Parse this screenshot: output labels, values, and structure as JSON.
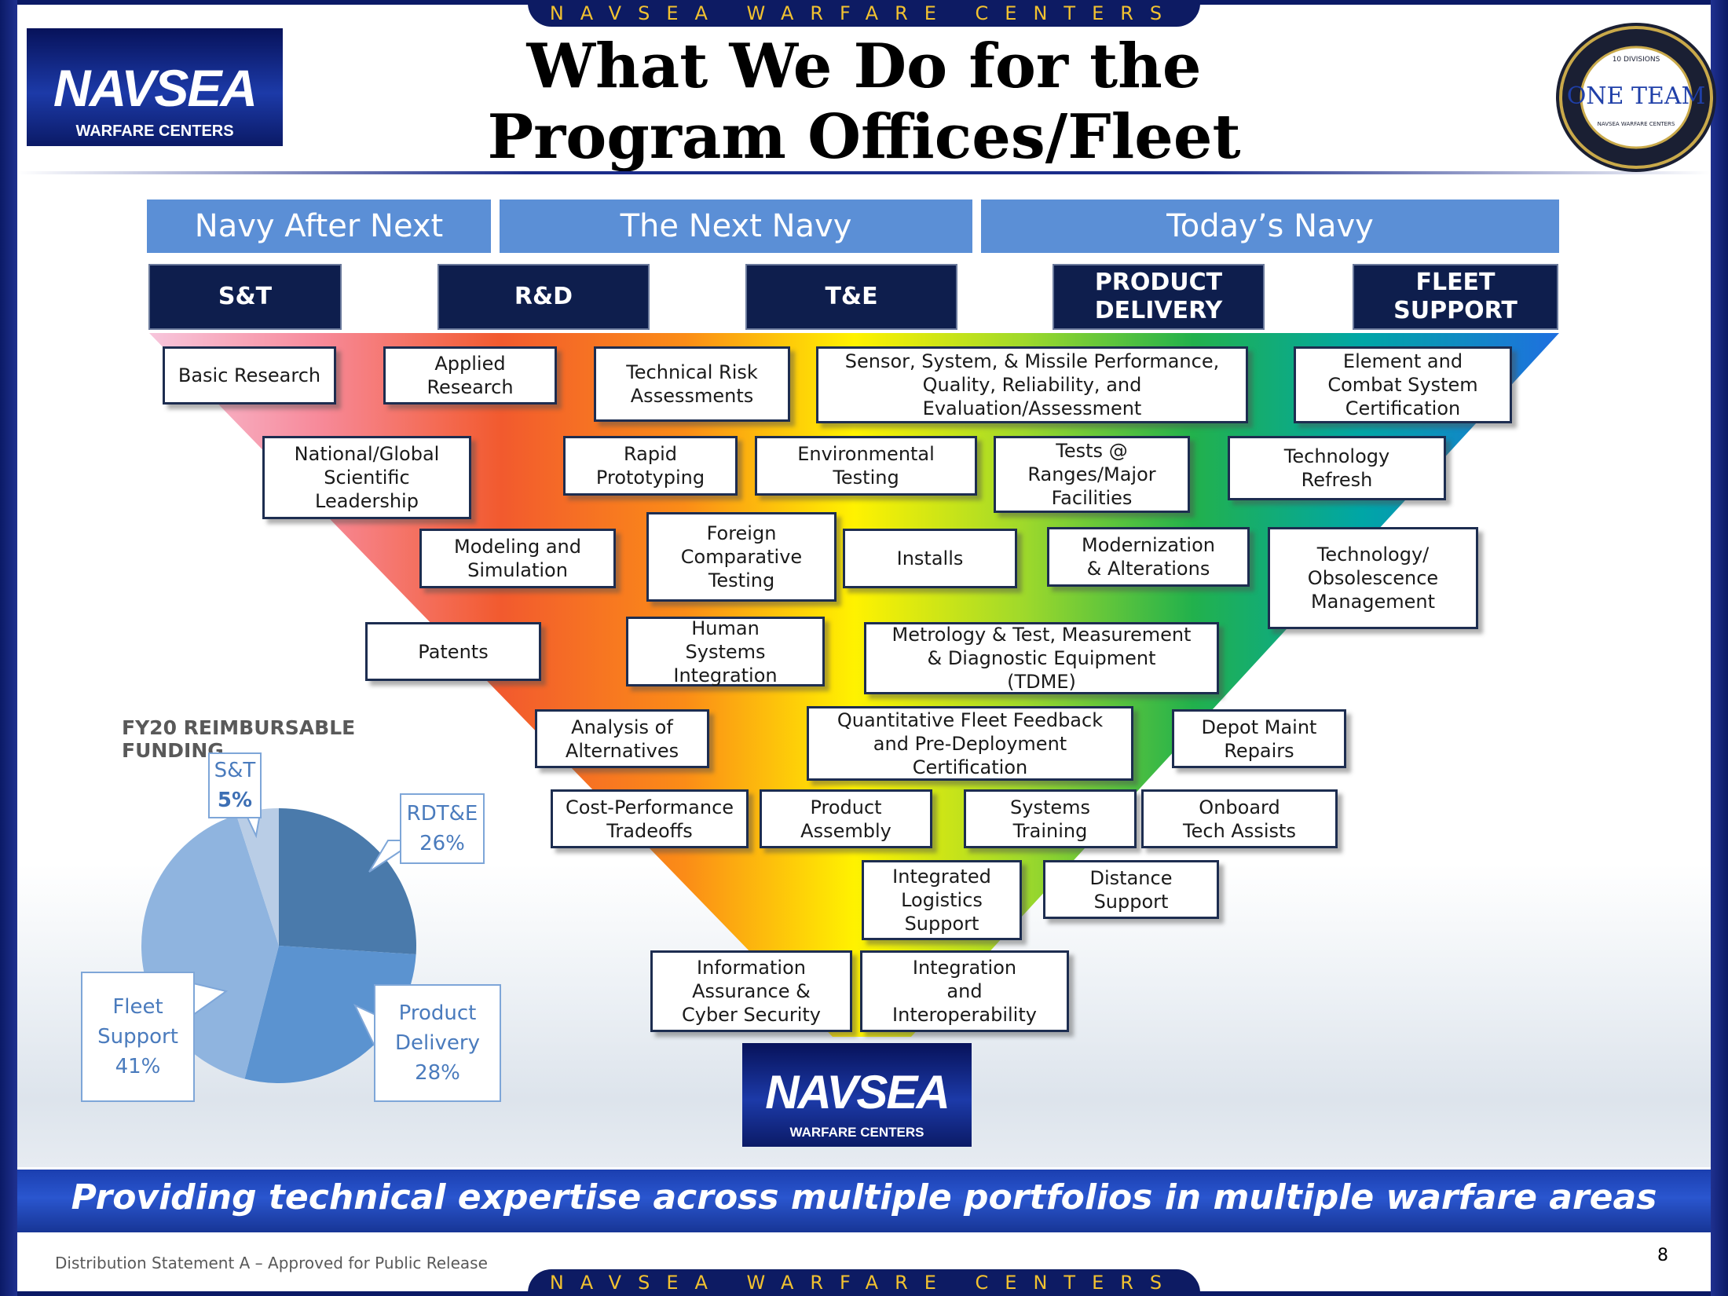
{
  "banner": {
    "top_text": "NAVSEA WARFARE CENTERS",
    "bottom_text": "NAVSEA WARFARE CENTERS"
  },
  "title": {
    "line1": "What We Do for the",
    "line2": "Program Offices/Fleet"
  },
  "logo": {
    "name": "NAVSEA",
    "subtitle": "WARFARE CENTERS"
  },
  "seal": {
    "main": "ONE TEAM",
    "top": "10 DIVISIONS",
    "bottom": "NAVSEA WARFARE CENTERS"
  },
  "navy_bands": [
    "Navy After Next",
    "The Next Navy",
    "Today’s Navy"
  ],
  "stages": [
    {
      "line1": "S&T",
      "line2": ""
    },
    {
      "line1": "R&D",
      "line2": ""
    },
    {
      "line1": "T&E",
      "line2": ""
    },
    {
      "line1": "PRODUCT",
      "line2": "DELIVERY"
    },
    {
      "line1": "FLEET",
      "line2": "SUPPORT"
    }
  ],
  "activities": [
    "Basic Research",
    "Applied Research",
    "Technical Risk Assessments",
    "Sensor, System, & Missile Performance, Quality, Reliability, and Evaluation/Assessment",
    "Element and Combat System Certification",
    "National/Global Scientific Leadership",
    "Rapid Prototyping",
    "Environmental Testing",
    "Tests @ Ranges/Major Facilities",
    "Technology Refresh",
    "Modeling and Simulation",
    "Foreign Comparative Testing",
    "Installs",
    "Modernization & Alterations",
    "Technology/ Obsolescence Management",
    "Patents",
    "Human Systems Integration",
    "Metrology & Test, Measurement & Diagnostic Equipment (TDME)",
    "Analysis of Alternatives",
    "Quantitative Fleet Feedback and Pre-Deployment Certification",
    "Depot Maint Repairs",
    "Cost-Performance Tradeoffs",
    "Product Assembly",
    "Systems Training",
    "Onboard Tech Assists",
    "Integrated Logistics Support",
    "Distance Support",
    "Information Assurance & Cyber Security",
    "Integration and Interoperability"
  ],
  "chart_data": {
    "type": "pie",
    "title": "FY20 REIMBURSABLE FUNDING",
    "slices": [
      {
        "label": "RDT&E",
        "value": 26,
        "display": "26%",
        "color": "#4a7aab"
      },
      {
        "label": "Product Delivery",
        "value": 28,
        "display": "28%",
        "color": "#5b93d0"
      },
      {
        "label": "Fleet Support",
        "value": 41,
        "display": "41%",
        "color": "#8fb4df"
      },
      {
        "label": "S&T",
        "value": 5,
        "display": "5%",
        "color": "#b9cde6"
      }
    ]
  },
  "callouts": {
    "st": {
      "l1": "S&T",
      "pct": "5%"
    },
    "rdte": {
      "l1": "RDT&E",
      "pct": "26%"
    },
    "product": {
      "l1": "Product",
      "l2": "Delivery",
      "pct": "28%"
    },
    "fleet": {
      "l1": "Fleet",
      "l2": "Support",
      "pct": "41%"
    }
  },
  "tagline": "Providing technical expertise across multiple portfolios in multiple warfare areas",
  "footer": {
    "distribution": "Distribution Statement A – Approved for Public Release",
    "page_number": "8"
  }
}
